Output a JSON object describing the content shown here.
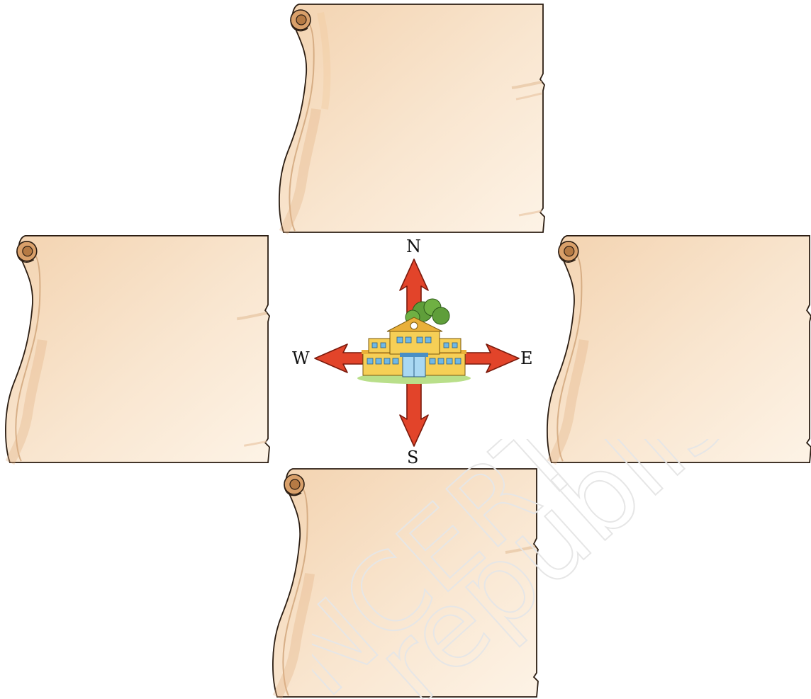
{
  "compass": {
    "north": "N",
    "south": "S",
    "east": "E",
    "west": "W"
  },
  "center_icon": "school-building-icon",
  "arrow_color": "#e2442a",
  "scroll_color": "#f6dcc0",
  "scroll_edge_color": "#c79058",
  "scrolls": [
    {
      "id": "north",
      "text": ""
    },
    {
      "id": "west",
      "text": ""
    },
    {
      "id": "east",
      "text": ""
    },
    {
      "id": "south",
      "text": ""
    }
  ],
  "watermark": {
    "line1": "NCERT",
    "line2": "republished"
  }
}
